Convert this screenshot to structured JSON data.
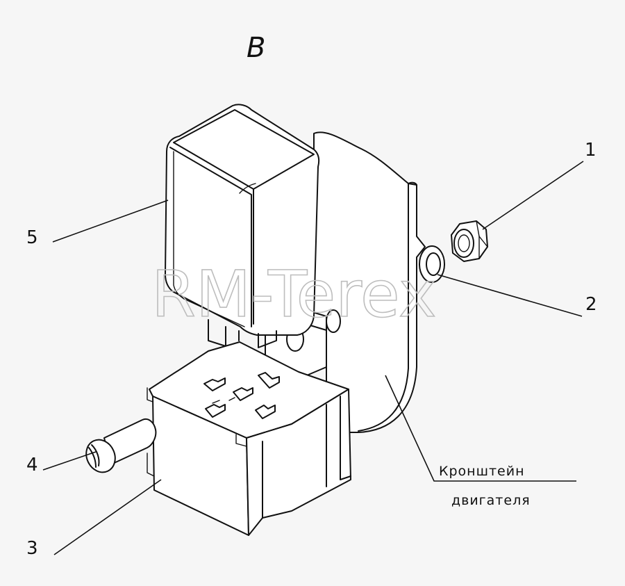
{
  "view_label": "B",
  "callouts": {
    "c1": "1",
    "c2": "2",
    "c3": "3",
    "c4": "4",
    "c5": "5"
  },
  "bracket_note": {
    "line1": "Кронштейн",
    "line2": "двигателя"
  },
  "watermark": "RM-Terex",
  "colors": {
    "line": "#111111",
    "background": "#f6f6f6",
    "watermark": "#bdbdbd"
  }
}
